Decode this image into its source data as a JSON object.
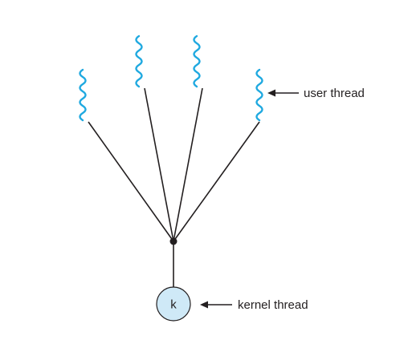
{
  "diagram": {
    "user_thread_label": "user thread",
    "kernel_thread_label": "kernel thread",
    "kernel_node_label": "k",
    "user_thread_count": 4
  },
  "colors": {
    "thread_wave": "#1fa9e0",
    "line": "#231f20",
    "kernel_fill": "#cfe9f7",
    "kernel_stroke": "#231f20",
    "text": "#231f20"
  }
}
